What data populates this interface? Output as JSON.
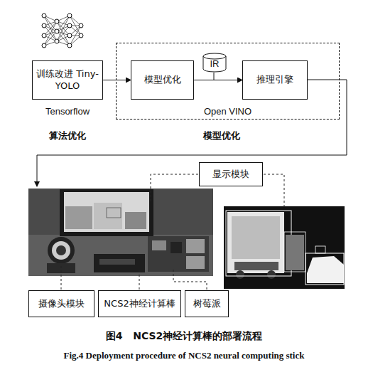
{
  "diagram": {
    "caption": "图4 NCS2神经计算棒的部署流程",
    "nodes": [
      {
        "text": [
          "训练改进 Tiny-YOLO"
        ]
      },
      {
        "text": [
          "Open VINO"
        ]
      },
      {
        "text": [
          "模型优化"
        ],
        "in": 1
      },
      {
        "text": [
          "IR"
        ],
        "in": 1
      },
      {
        "text": [
          "推理引擎"
        ],
        "in": 1
      },
      {
        "text": [
          "显示模块"
        ]
      },
      {
        "text": [
          "摄像头模块"
        ]
      },
      {
        "text": [
          "NCS2神经计算棒"
        ]
      },
      {
        "text": [
          "树莓派"
        ]
      }
    ],
    "edges": [
      {
        "from": 0,
        "to": 2,
        "arrow": "to"
      },
      {
        "from": 2,
        "to": 4,
        "arrow": "to"
      }
    ],
    "labels": [
      "Tensorflow",
      "算法优化",
      "模型优化",
      "Fig.4 Deployment procedure of NCS2 neural computing stick"
    ]
  }
}
